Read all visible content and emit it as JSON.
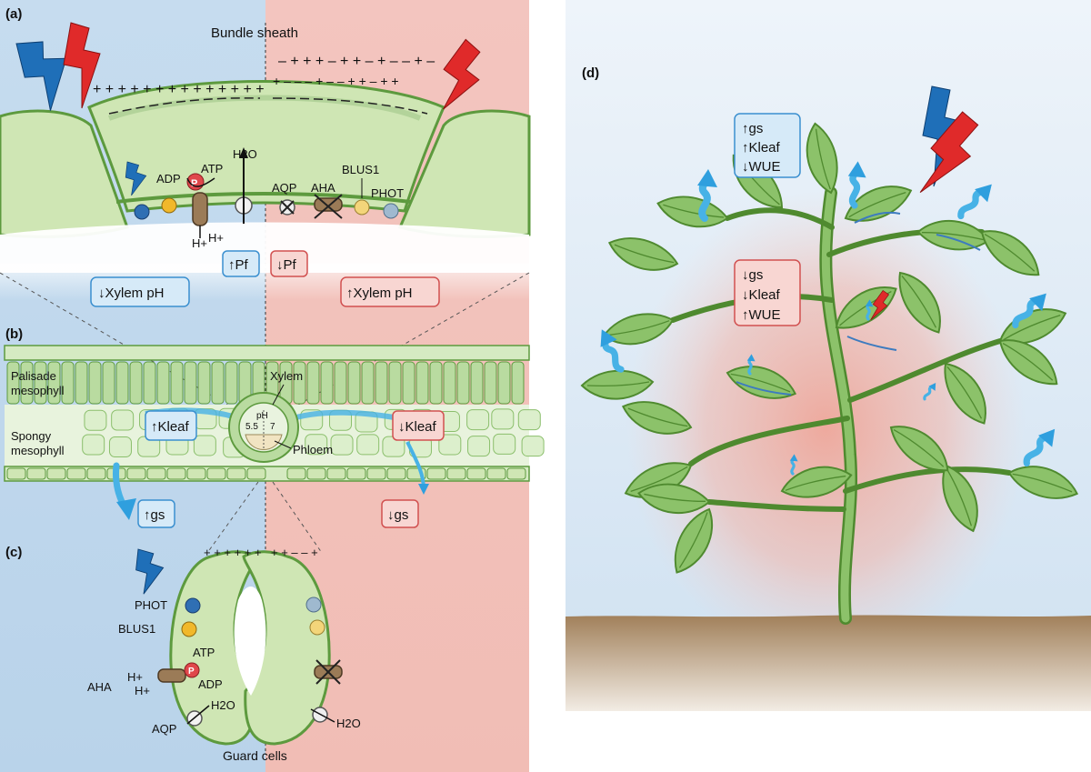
{
  "panels": {
    "a": {
      "label": "(a)",
      "bundle_sheath": "Bundle sheath",
      "adp": "ADP",
      "atp": "ATP",
      "p": "P",
      "h2o": "H2O",
      "hplus": "H+",
      "aqp": "AQP",
      "aha": "AHA",
      "blus1": "BLUS1",
      "phot": "PHOT",
      "pf_up": "↑Pf",
      "pf_down": "↓Pf",
      "xylem_ph_down": "↓Xylem pH",
      "xylem_ph_up": "↑Xylem pH"
    },
    "b": {
      "label": "(b)",
      "palisade_1": "Palisade",
      "palisade_2": "mesophyll",
      "spongy_1": "Spongy",
      "spongy_2": "mesophyll",
      "xylem": "Xylem",
      "phloem": "Phloem",
      "ph": "pH",
      "ph_left": "5.5",
      "ph_right": "7",
      "kleaf_up": "↑Kleaf",
      "kleaf_down": "↓Kleaf",
      "gs_up": "↑gs",
      "gs_down": "↓gs"
    },
    "c": {
      "label": "(c)",
      "phot": "PHOT",
      "blus1": "BLUS1",
      "atp": "ATP",
      "adp": "ADP",
      "p": "P",
      "hplus": "H+",
      "aha": "AHA",
      "aqp": "AQP",
      "h2o": "H2O",
      "guard_cells": "Guard cells"
    },
    "d": {
      "label": "(d)",
      "blue_box": [
        "↑gs",
        "↑Kleaf",
        "↓WUE"
      ],
      "red_box": [
        "↓gs",
        "↓Kleaf",
        "↑WUE"
      ]
    }
  },
  "colors": {
    "blue_bg": "#c9dff0",
    "red_bg": "#f4c7c0",
    "cell_fill": "#cfe6b4",
    "cell_stroke": "#5d9a3e",
    "blue_bolt": "#1f6fb8",
    "red_bolt": "#e02a2a",
    "water": "#47b2e6",
    "soil": "#a8865c"
  }
}
